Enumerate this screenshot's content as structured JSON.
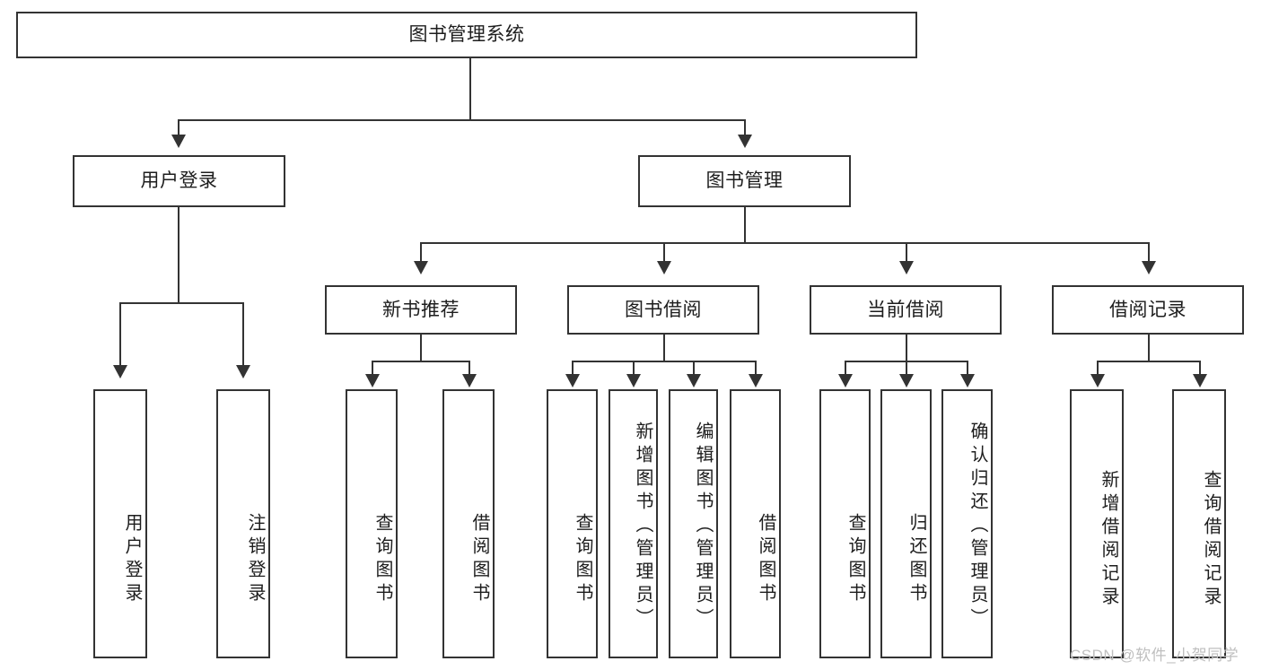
{
  "diagram": {
    "title_box": {
      "label": "图书管理系统"
    },
    "level2": [
      {
        "id": "user-login",
        "label": "用户登录"
      },
      {
        "id": "book-manage",
        "label": "图书管理"
      }
    ],
    "level3": [
      {
        "id": "new-book-recommend",
        "label": "新书推荐"
      },
      {
        "id": "book-borrow",
        "label": "图书借阅"
      },
      {
        "id": "current-borrow",
        "label": "当前借阅"
      },
      {
        "id": "borrow-record",
        "label": "借阅记录"
      }
    ],
    "leaves": {
      "user_login": [
        {
          "id": "leaf-user-login",
          "label": "用户登录"
        },
        {
          "id": "leaf-logout-login",
          "label": "注销登录"
        }
      ],
      "new_book_recommend": [
        {
          "id": "leaf-query-book-1",
          "label": "查询图书"
        },
        {
          "id": "leaf-borrow-book-1",
          "label": "借阅图书"
        }
      ],
      "book_borrow": [
        {
          "id": "leaf-query-book-2",
          "label": "查询图书"
        },
        {
          "id": "leaf-add-book",
          "label": "新增图书（管理员）"
        },
        {
          "id": "leaf-edit-book",
          "label": "编辑图书（管理员）"
        },
        {
          "id": "leaf-borrow-book-2",
          "label": "借阅图书"
        }
      ],
      "current_borrow": [
        {
          "id": "leaf-query-book-3",
          "label": "查询图书"
        },
        {
          "id": "leaf-return-book",
          "label": "归还图书"
        },
        {
          "id": "leaf-confirm-return",
          "label": "确认归还（管理员）"
        }
      ],
      "borrow_record": [
        {
          "id": "leaf-add-record",
          "label": "新增借阅记录"
        },
        {
          "id": "leaf-query-record",
          "label": "查询借阅记录"
        }
      ]
    },
    "watermark": {
      "text": "CSDN @软件_小贺同学"
    },
    "colors": {
      "stroke": "#333333",
      "background": "#ffffff",
      "text": "#1d1d1d",
      "watermark": "#bfbfbf"
    }
  }
}
